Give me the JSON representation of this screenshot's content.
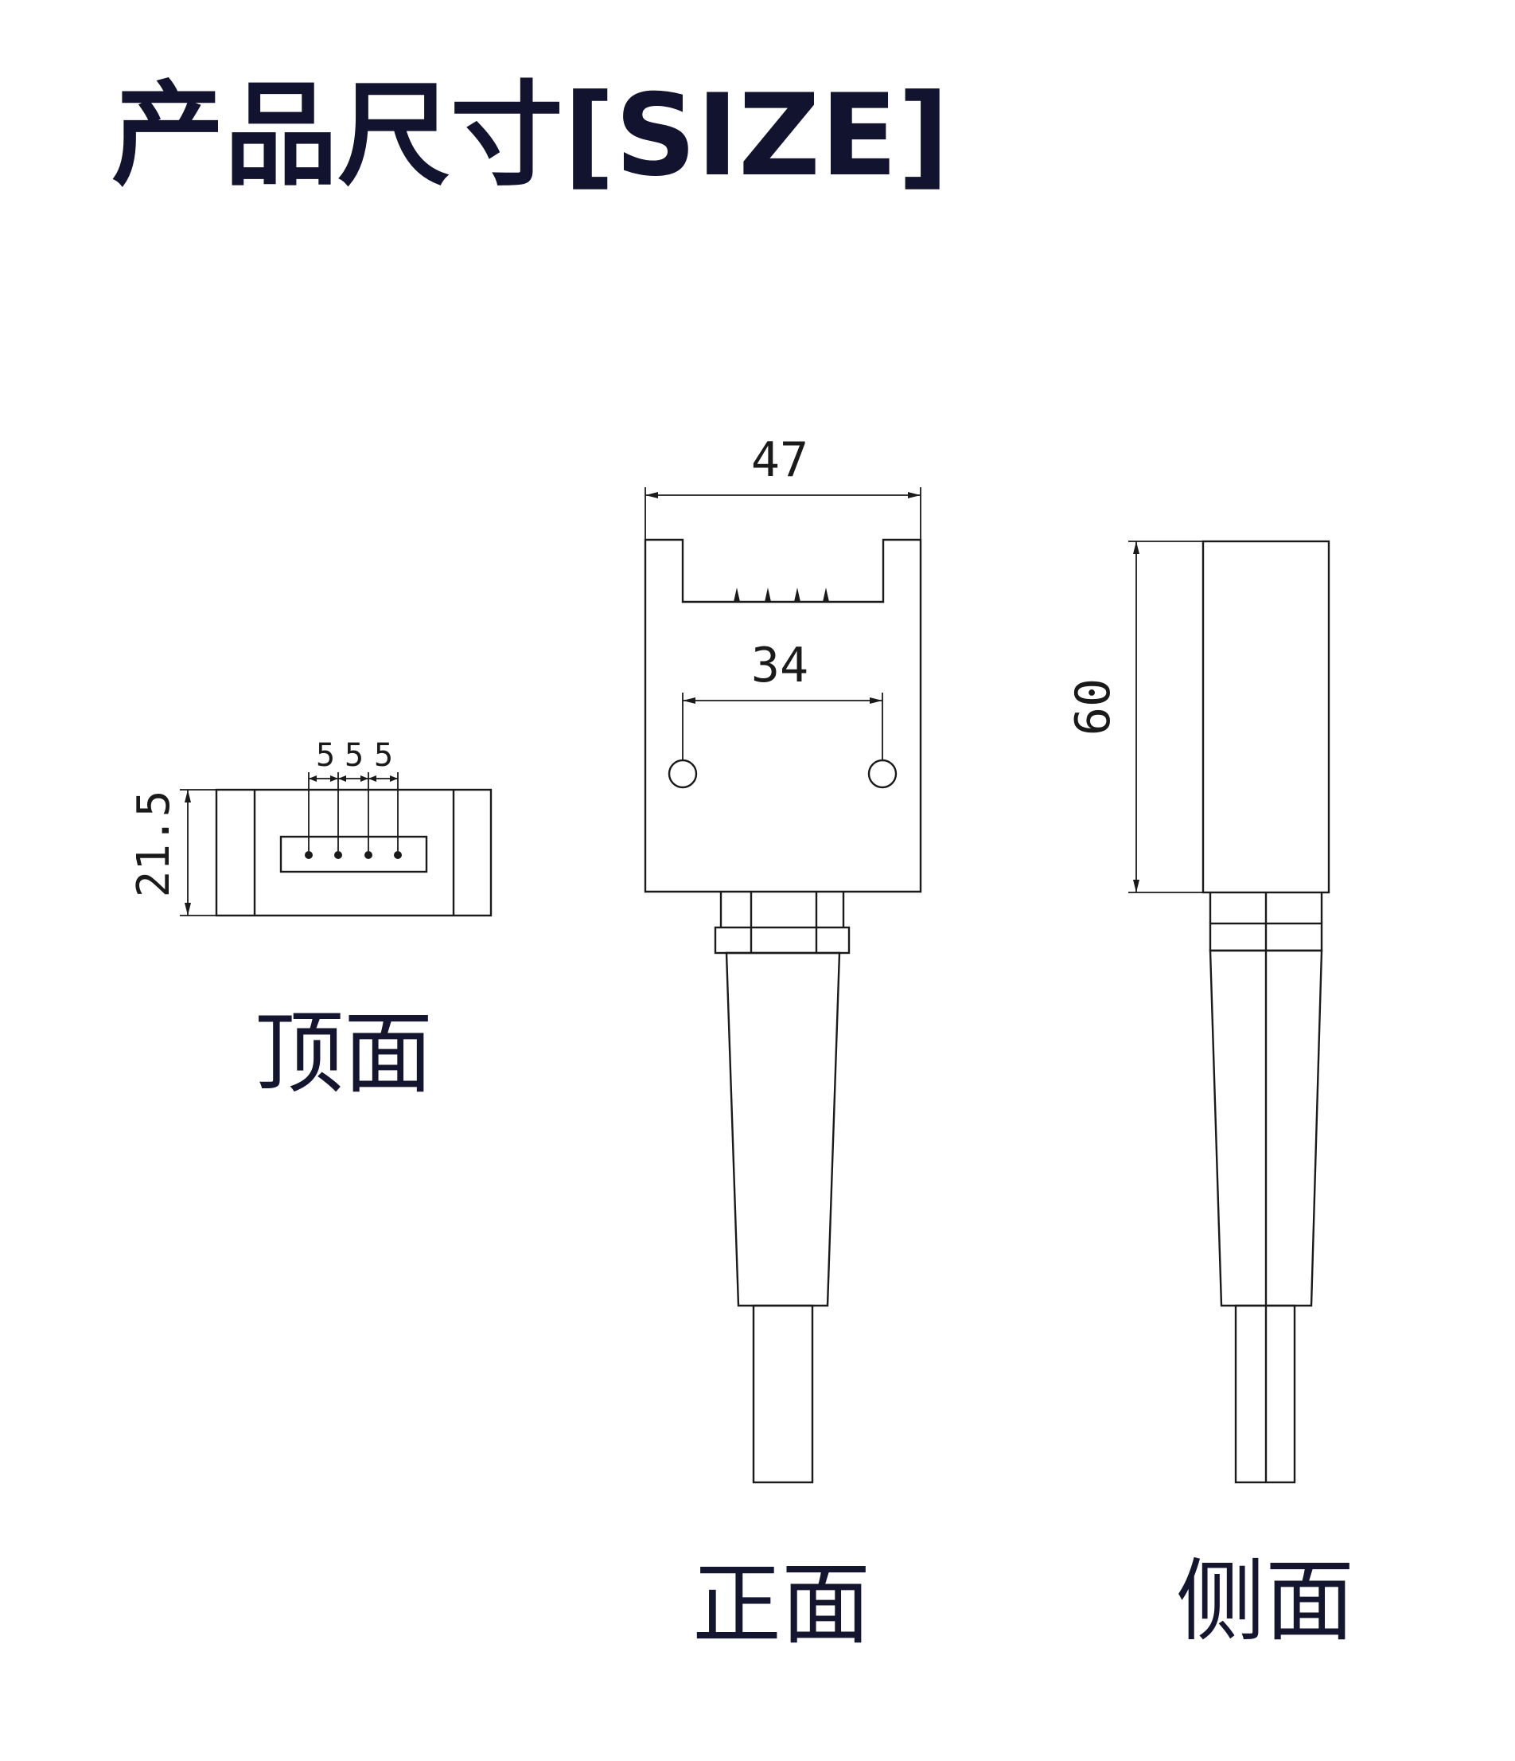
{
  "header": {
    "title": "产品尺寸[SIZE]"
  },
  "views": {
    "top": {
      "label": "顶面",
      "dim_height": "21.5",
      "pin_dims": [
        "5",
        "5",
        "5"
      ]
    },
    "front": {
      "label": "正面",
      "dim_width": "47",
      "dim_hole_spacing": "34"
    },
    "side": {
      "label": "侧面",
      "dim_height": "60"
    }
  },
  "colors": {
    "title": "#12132f",
    "line": "#1a1a1a",
    "background": "#ffffff"
  }
}
